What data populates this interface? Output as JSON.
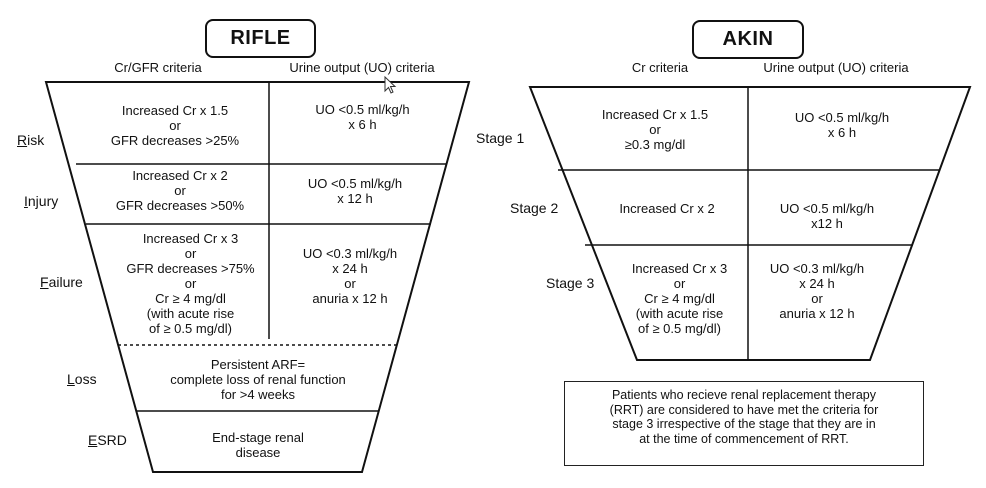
{
  "rifle": {
    "title": "RIFLE",
    "col_headers": [
      "Cr/GFR criteria",
      "Urine output (UO) criteria"
    ],
    "rows": [
      {
        "stage_initial": "R",
        "stage_rest": "isk",
        "cr_lines": [
          "Increased Cr x 1.5",
          "or",
          "GFR decreases >25%"
        ],
        "uo_lines": [
          "UO <0.5 ml/kg/h",
          "x 6 h"
        ]
      },
      {
        "stage_initial": "I",
        "stage_rest": "njury",
        "cr_lines": [
          "Increased Cr x 2",
          "or",
          "GFR decreases >50%"
        ],
        "uo_lines": [
          "UO <0.5 ml/kg/h",
          "x 12 h"
        ]
      },
      {
        "stage_initial": "F",
        "stage_rest": "ailure",
        "cr_lines": [
          "Increased Cr x 3",
          "or",
          "GFR decreases >75%",
          "or",
          "Cr ≥ 4 mg/dl",
          "(with acute rise",
          "of ≥ 0.5 mg/dl)"
        ],
        "uo_lines": [
          "UO <0.3 ml/kg/h",
          "x 24 h",
          "or",
          "anuria x 12 h"
        ]
      },
      {
        "stage_initial": "L",
        "stage_rest": "oss",
        "desc_lines": [
          "Persistent ARF=",
          "complete loss of renal function",
          "for >4 weeks"
        ]
      },
      {
        "stage_initial": "E",
        "stage_rest": "SRD",
        "desc_lines": [
          "End-stage renal",
          "disease"
        ]
      }
    ]
  },
  "akin": {
    "title": "AKIN",
    "col_headers": [
      "Cr criteria",
      "Urine output (UO) criteria"
    ],
    "rows": [
      {
        "stage": "Stage 1",
        "cr_lines": [
          "Increased Cr x 1.5",
          "or",
          "≥0.3 mg/dl"
        ],
        "uo_lines": [
          "UO <0.5 ml/kg/h",
          "x 6 h"
        ]
      },
      {
        "stage": "Stage 2",
        "cr_lines": [
          "Increased Cr x 2"
        ],
        "uo_lines": [
          "UO <0.5 ml/kg/h",
          "x12 h"
        ]
      },
      {
        "stage": "Stage 3",
        "cr_lines": [
          "Increased Cr x 3",
          "or",
          "Cr ≥ 4 mg/dl",
          "(with acute rise",
          "of ≥ 0.5 mg/dl)"
        ],
        "uo_lines": [
          "UO <0.3 ml/kg/h",
          "x 24 h",
          "or",
          "anuria x 12 h"
        ]
      }
    ],
    "note_lines": [
      "Patients who recieve renal replacement therapy",
      "(RRT) are considered to have met the criteria for",
      "stage 3 irrespective of the stage that they are in",
      "at the time of commencement of RRT."
    ]
  },
  "colors": {
    "line": "#111111",
    "background": "#ffffff"
  },
  "icons": {
    "cursor": "mouse-pointer-icon"
  }
}
